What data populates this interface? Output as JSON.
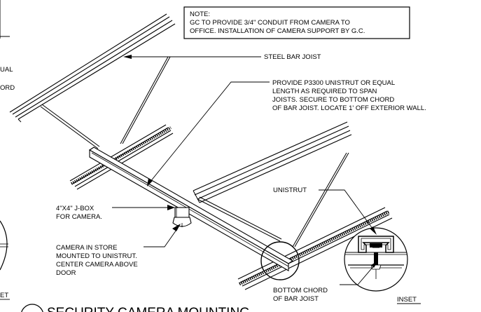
{
  "note": {
    "lines": [
      "NOTE:",
      "GC TO PROVIDE 3/4\" CONDUIT FROM CAMERA TO",
      "OFFICE. INSTALLATION OF CAMERA SUPPORT BY G.C."
    ]
  },
  "callouts": {
    "steel_bar_joist": "STEEL BAR JOIST",
    "unistrut_note": [
      "PROVIDE P3300 UNISTRUT OR EQUAL",
      "LENGTH AS REQUIRED TO SPAN",
      "JOISTS.  SECURE TO BOTTOM CHORD",
      "OF BAR JOIST. LOCATE 1' OFF EXTERIOR WALL."
    ],
    "unistrut": "UNISTRUT",
    "jbox": [
      "4\"X4\" J-BOX",
      "FOR CAMERA."
    ],
    "camera": [
      "CAMERA IN STORE",
      "MOUNTED TO UNISTRUT.",
      "CENTER CAMERA ABOVE",
      "DOOR"
    ],
    "bottom_chord": [
      "BOTTOM CHORD",
      "OF BAR JOIST"
    ],
    "inset": "INSET"
  },
  "left_fragments": {
    "top": "UAL",
    "bottom": "ORD",
    "inset": "ET"
  },
  "title": "SECURITY CAMERA MOUNTING"
}
